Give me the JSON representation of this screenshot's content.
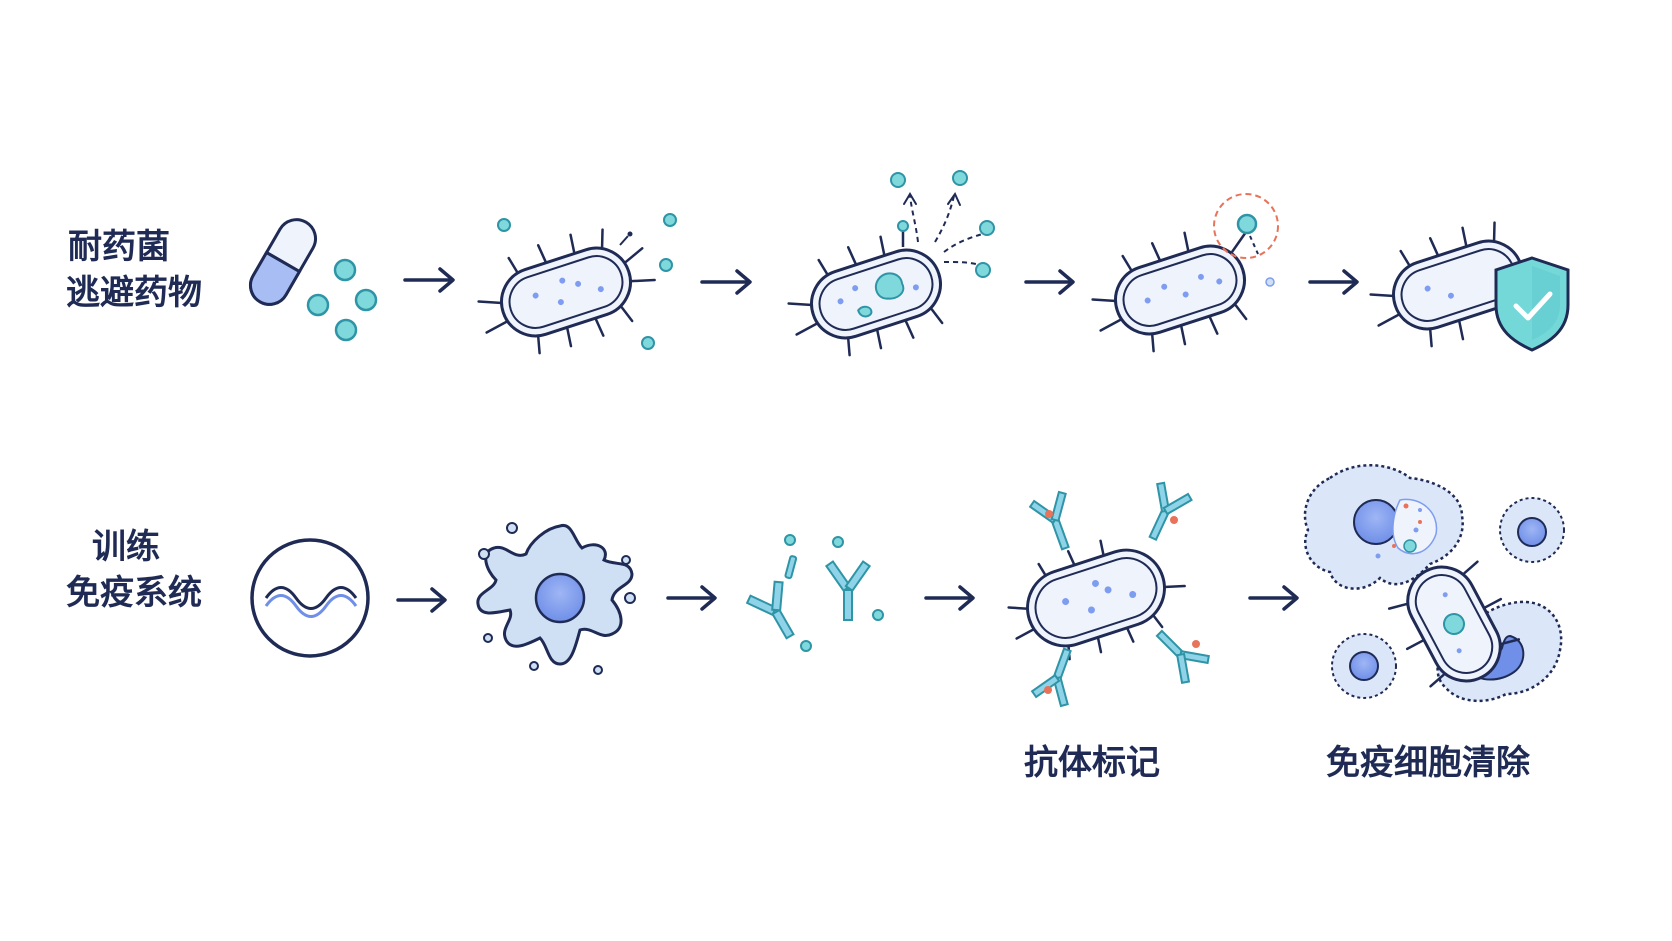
{
  "rows": [
    {
      "id": "drug-resistance",
      "label_lines": [
        "耐药菌",
        "逃避药物"
      ],
      "steps": [
        "capsule-with-drug-particles",
        "bacterium-surrounded-by-drug",
        "bacterium-pumping-out-drug",
        "bacterium-blocking-drug",
        "bacterium-with-shield"
      ]
    },
    {
      "id": "immune-training",
      "label_lines": [
        "训练",
        "免疫系统"
      ],
      "steps": [
        "wave-circle-icon",
        "immune-cell",
        "free-antibodies",
        "antibody-tagged-bacterium",
        "immune-cells-engulfing-bacterium"
      ]
    }
  ],
  "captions": {
    "antibody": "抗体标记",
    "immune": "免疫细胞清除"
  },
  "arrow_glyph": "→",
  "colors": {
    "outline": "#1f2b55",
    "cell_fill": "#eef3fc",
    "pale_blue": "#cfe0f5",
    "blue": "#7f9df0",
    "teal": "#6ad3d8",
    "teal_outline": "#2e94a6",
    "antibody": "#8fd3e8",
    "red_accent": "#e8735a"
  }
}
